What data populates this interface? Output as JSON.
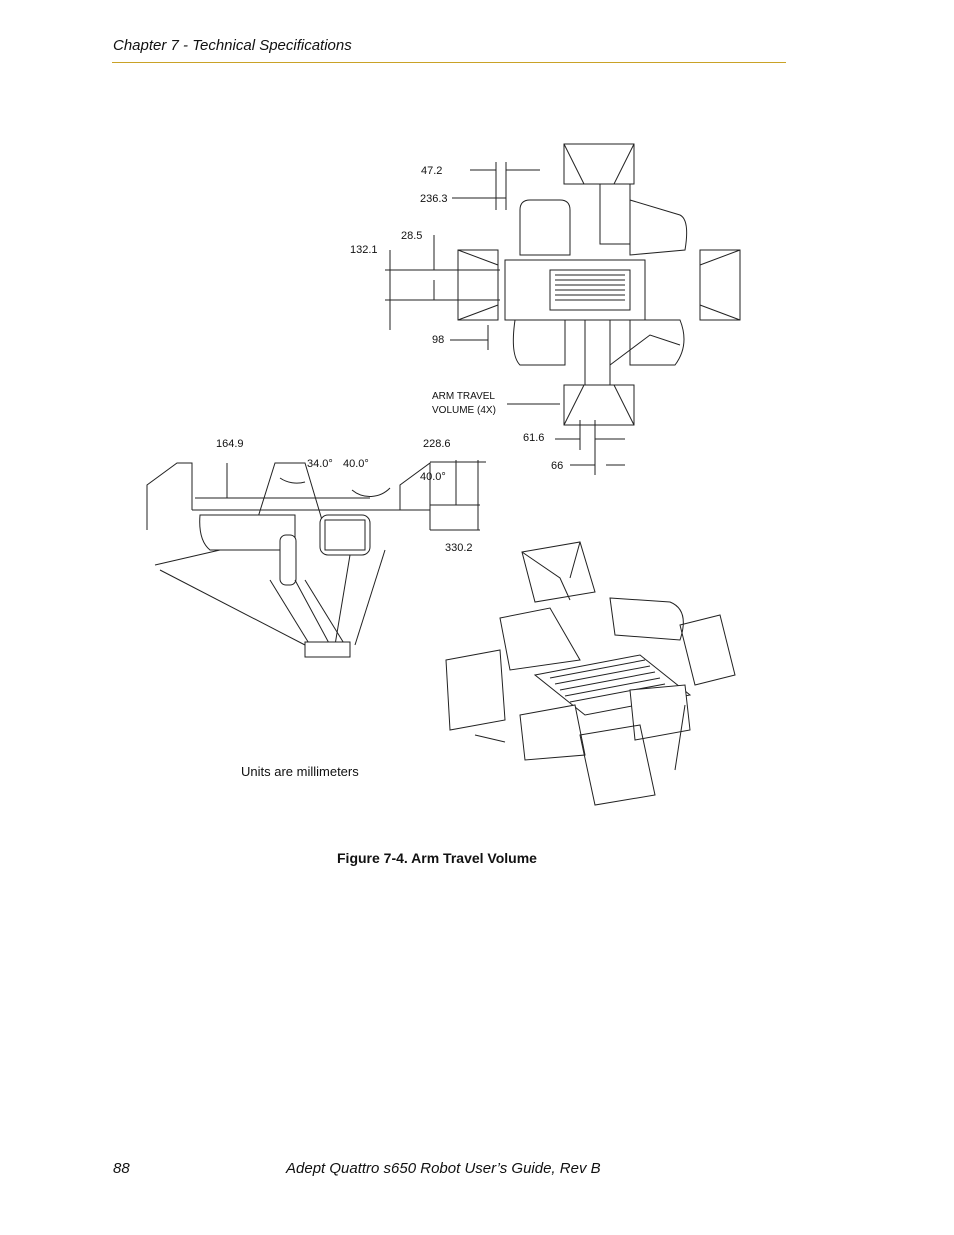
{
  "header": {
    "chapter": "Chapter 7 - Technical Specifications"
  },
  "figure": {
    "dims": {
      "d1": "47.2",
      "d2": "236.3",
      "d3": "28.5",
      "d4": "132.1",
      "d5": "98",
      "d6": "ARM TRAVEL",
      "d7": "VOLUME (4X)",
      "d8": "61.6",
      "d9": "66",
      "d10": "164.9",
      "d11": "228.6",
      "d12": "34.0°",
      "d13": "40.0°",
      "d14": "40.0°",
      "d15": "330.2"
    },
    "units": "Units are millimeters",
    "caption": "Figure 7-4. Arm Travel Volume"
  },
  "footer": {
    "page_number": "88",
    "title": "Adept Quattro s650 Robot User’s Guide, Rev B"
  }
}
